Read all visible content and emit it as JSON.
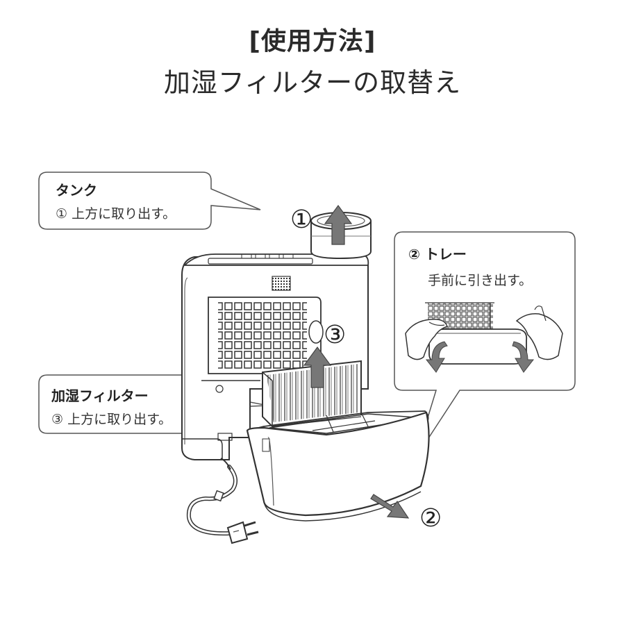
{
  "title": "[使用方法]",
  "subtitle": "加湿フィルターの取替え",
  "callouts": {
    "tank": {
      "heading": "タンク",
      "instruction": "① 上方に取り出す。"
    },
    "tray": {
      "heading": "② トレー",
      "instruction": "手前に引き出す。"
    },
    "filter": {
      "heading": "加湿フィルター",
      "instruction": "③ 上方に取り出す。"
    }
  },
  "step_markers": {
    "step1": "①",
    "step2": "②",
    "step3": "③"
  },
  "icons": [
    "up-arrow-icon",
    "down-right-arrow-icon",
    "curved-arrow-icon",
    "power-plug-icon"
  ],
  "colors": {
    "line": "#333333",
    "arrow_fill": "#777777",
    "callout_border": "#555555"
  }
}
